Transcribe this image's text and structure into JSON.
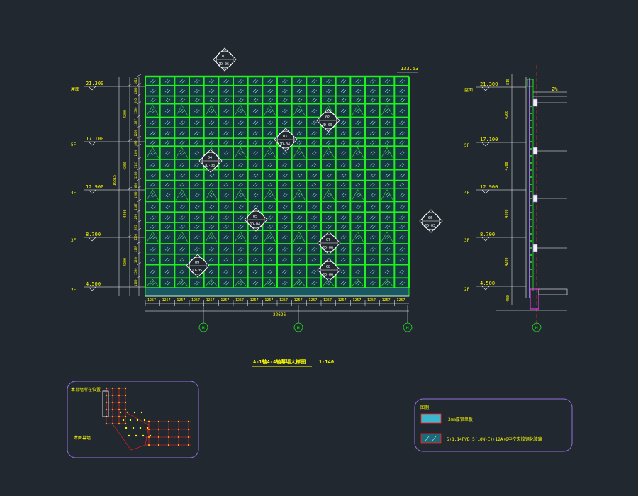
{
  "elevation": {
    "top_ref_value": "133.53",
    "level_names": [
      "屋面",
      "5F",
      "4F",
      "3F",
      "2F"
    ],
    "level_values": [
      "21.300",
      "17.100",
      "12.900",
      "8.700",
      "4.500"
    ],
    "floor_heights": [
      "4200",
      "4200",
      "4200",
      "4200"
    ],
    "total_height": "16815",
    "row_dims": [
      "1015",
      "1200",
      "895",
      "1500",
      "1187",
      "1200",
      "895",
      "1500",
      "1187",
      "1200",
      "895",
      "1500",
      "1187",
      "1200",
      "895",
      "1500",
      "1187",
      "1200",
      "1500",
      "1100"
    ],
    "column_width": "1257",
    "column_count": 18,
    "total_width": "22626",
    "grid_axes": [
      "H",
      "H",
      "H"
    ],
    "detail_callouts": [
      {
        "number": "01",
        "sheet": "JD-06"
      },
      {
        "number": "02",
        "sheet": "JD-05"
      },
      {
        "number": "03",
        "sheet": "JD-04"
      },
      {
        "number": "04",
        "sheet": "JD-03"
      },
      {
        "number": "05",
        "sheet": "JD-04"
      },
      {
        "number": "06",
        "sheet": "JD-03"
      },
      {
        "number": "07",
        "sheet": "JD-06"
      },
      {
        "number": "08",
        "sheet": "JD-06"
      },
      {
        "number": "09",
        "sheet": "JD-05"
      }
    ]
  },
  "section": {
    "level_names": [
      "屋面",
      "5F",
      "4F",
      "3F",
      "2F"
    ],
    "level_values": [
      "21.300",
      "17.100",
      "12.900",
      "8.700",
      "4.500"
    ],
    "floor_heights": [
      "4200",
      "4200",
      "4200",
      "4200"
    ],
    "top_dim": "815",
    "bottom_dim": "450",
    "slope_label": "2%",
    "grid_axis": "H"
  },
  "drawing_title": "A-1轴A-4轴幕墙大样图",
  "drawing_scale": "1:140",
  "keyplan": {
    "label_top": "本幕墙所在位置",
    "label_bottom": "本图幕墙"
  },
  "legend": {
    "title": "图例",
    "items": [
      {
        "label": "3mm厚铝单板"
      },
      {
        "label": "5+1.14PVB+5(LOW-E)+12A+6中空夹胶钢化玻璃"
      }
    ]
  },
  "colors": {
    "background": "#212830",
    "mullion": "#22ee22",
    "dimension": "#ffff00",
    "line": "#ffffff",
    "callout": "#ffffff",
    "frame": "#9370db",
    "red_grid": "#ff2020",
    "glass_fill": "#1e6a78",
    "panel_fill": "#3bb8ce"
  }
}
